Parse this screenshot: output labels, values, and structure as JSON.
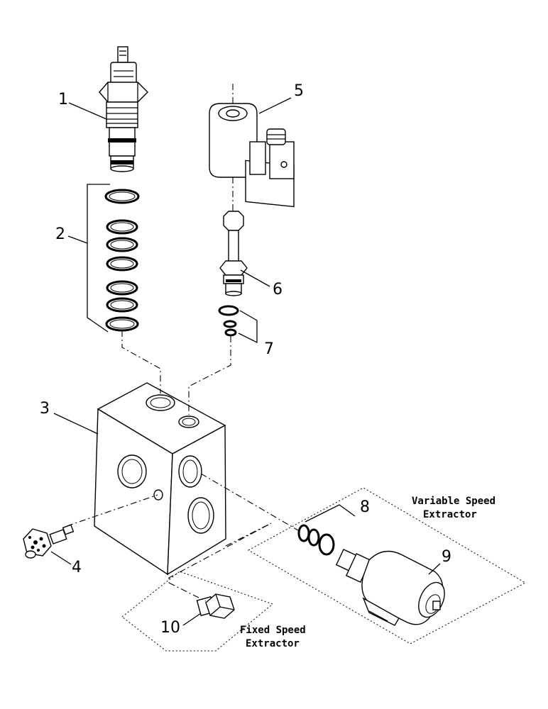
{
  "callouts": {
    "c1": "1",
    "c2": "2",
    "c3": "3",
    "c4": "4",
    "c5": "5",
    "c6": "6",
    "c7": "7",
    "c8": "8",
    "c9": "9",
    "c10": "10"
  },
  "groups": {
    "variable_line1": "Variable Speed",
    "variable_line2": "Extractor",
    "fixed_line1": "Fixed Speed",
    "fixed_line2": "Extractor"
  }
}
